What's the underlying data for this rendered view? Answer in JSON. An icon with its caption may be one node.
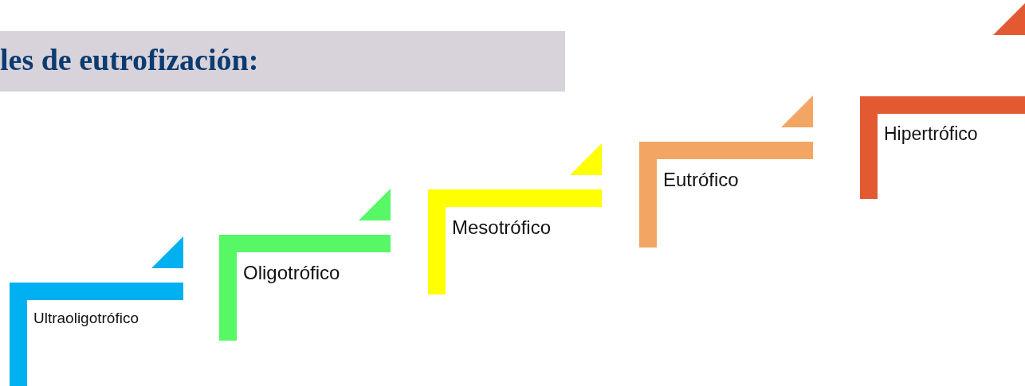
{
  "diagram": {
    "title": "les de eutrofización:",
    "nodes": [
      {
        "text": [
          "Ultraoligotrófico"
        ]
      },
      {
        "text": [
          "Oligotrófico"
        ]
      },
      {
        "text": [
          "Mesotrófico"
        ]
      },
      {
        "text": [
          "Eutrófico"
        ]
      },
      {
        "text": [
          "Hipertrófico"
        ]
      }
    ],
    "edges": []
  }
}
